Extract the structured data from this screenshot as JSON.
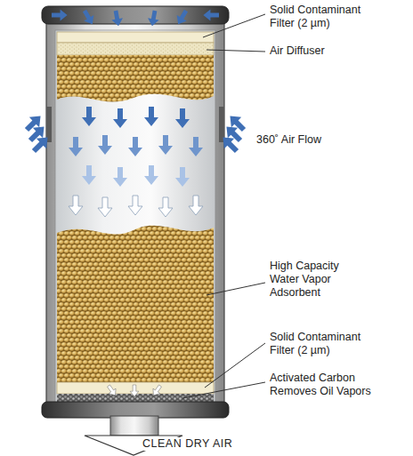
{
  "diagram": {
    "labels": [
      "Solid Contaminant Filter (2 µm)",
      "Air Diffuser",
      "360˚ Air Flow",
      "High Capacity Water Vapor Adsorbent",
      "Solid Contaminant Filter (2 µm)",
      "Activated Carbon Removes Oil Vapors",
      "CLEAN DRY AIR"
    ]
  }
}
